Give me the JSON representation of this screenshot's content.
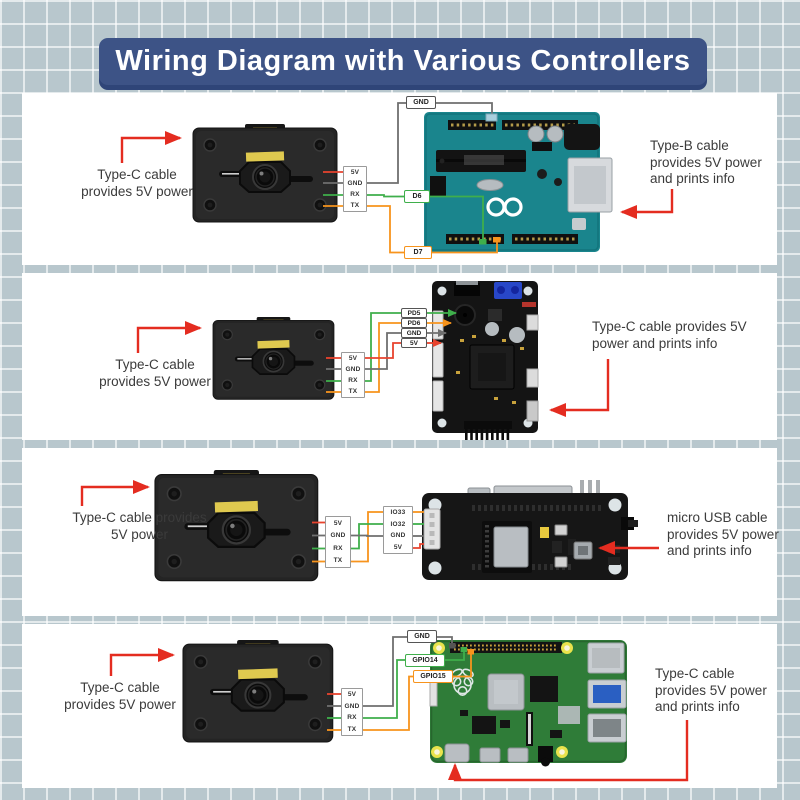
{
  "title": "Wiring Diagram with Various Controllers",
  "colors": {
    "background": "#b8c7cd",
    "banner_bg": "#3d5386",
    "panel_bg": "#ffffff",
    "arrow_red": "#e42c20",
    "wire_red": "#e8432e",
    "wire_gray": "#6f6f6f",
    "wire_green": "#3faf4b",
    "wire_orange": "#f7941d",
    "arduino_teal": "#1a858d",
    "raspberry_pi_green": "#2f7c38"
  },
  "rows": [
    {
      "board": "arduino-uno",
      "left_note": "Type-C cable provides 5V power",
      "right_note": "Type-B cable provides 5V power and prints info",
      "camera_pins": [
        "5V",
        "GND",
        "RX",
        "TX"
      ],
      "labels": {
        "gnd": "GND",
        "rx": "D6",
        "tx": "D7"
      }
    },
    {
      "board": "motor-driver-board",
      "left_note": "Type-C cable provides 5V power",
      "right_note": "Type-C cable provides 5V power and prints info",
      "camera_pins": [
        "5V",
        "GND",
        "RX",
        "TX"
      ],
      "board_pins": [
        "PD5",
        "PD6",
        "GND",
        "5V"
      ]
    },
    {
      "board": "esp32-dev-board",
      "left_note": "Type-C cable provides 5V power",
      "right_note": "micro USB cable provides 5V power and prints info",
      "camera_pins": [
        "5V",
        "GND",
        "RX",
        "TX"
      ],
      "board_pins": [
        "IO33",
        "IO32",
        "GND",
        "5V"
      ]
    },
    {
      "board": "raspberry-pi",
      "left_note": "Type-C cable provides 5V power",
      "right_note": "Type-C cable provides 5V power and prints info",
      "camera_pins": [
        "5V",
        "GND",
        "RX",
        "TX"
      ],
      "labels": {
        "gnd": "GND",
        "rx": "GPIO14",
        "tx": "GPIO15"
      }
    }
  ]
}
